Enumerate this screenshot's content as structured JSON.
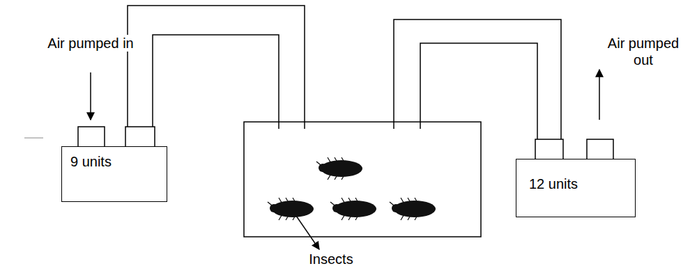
{
  "diagram": {
    "nodes": [
      {
        "text": [
          "9 units"
        ]
      },
      {
        "text": [
          "12 units"
        ]
      }
    ],
    "labels": [
      "Air pumped in",
      "Air pumped out",
      "Insects"
    ]
  }
}
